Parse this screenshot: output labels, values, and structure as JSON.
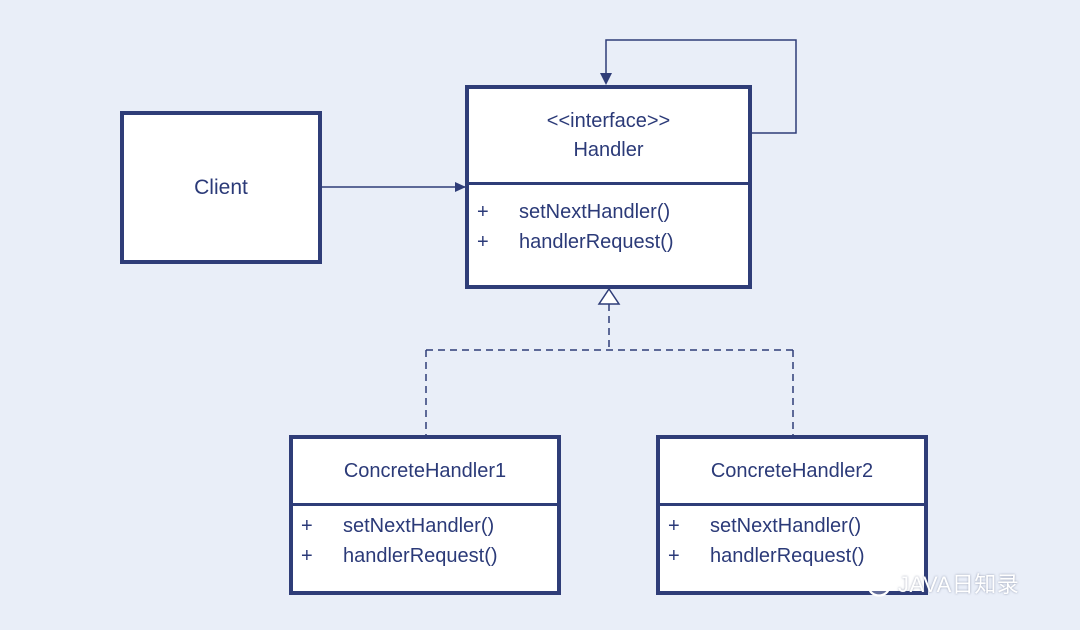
{
  "colors": {
    "background": "#e9eef8",
    "stroke": "#2f3d78",
    "text": "#2b3a78",
    "box_fill": "#ffffff"
  },
  "client": {
    "label": "Client"
  },
  "handler": {
    "stereotype": "<<interface>>",
    "name": "Handler",
    "methods": [
      {
        "visibility": "+",
        "name": "setNextHandler()"
      },
      {
        "visibility": "+",
        "name": "handlerRequest()"
      }
    ]
  },
  "concrete_handlers": [
    {
      "name": "ConcreteHandler1",
      "methods": [
        {
          "visibility": "+",
          "name": "setNextHandler()"
        },
        {
          "visibility": "+",
          "name": "handlerRequest()"
        }
      ]
    },
    {
      "name": "ConcreteHandler2",
      "methods": [
        {
          "visibility": "+",
          "name": "setNextHandler()"
        },
        {
          "visibility": "+",
          "name": "handlerRequest()"
        }
      ]
    }
  ],
  "watermark": {
    "text": "JAVA日知录",
    "icon": "wechat-icon"
  }
}
